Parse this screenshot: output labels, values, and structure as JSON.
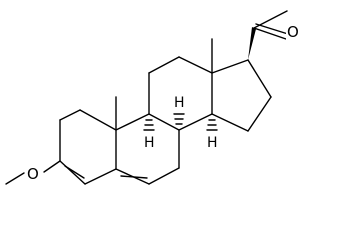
{
  "molecule": {
    "atoms": {
      "carbonyl_oxygen": "O",
      "ether_oxygen": "O",
      "h_c9": "H",
      "h_c8": "H",
      "h_c14": "H"
    },
    "colors": {
      "ink": "#000000",
      "background": "#ffffff"
    }
  }
}
